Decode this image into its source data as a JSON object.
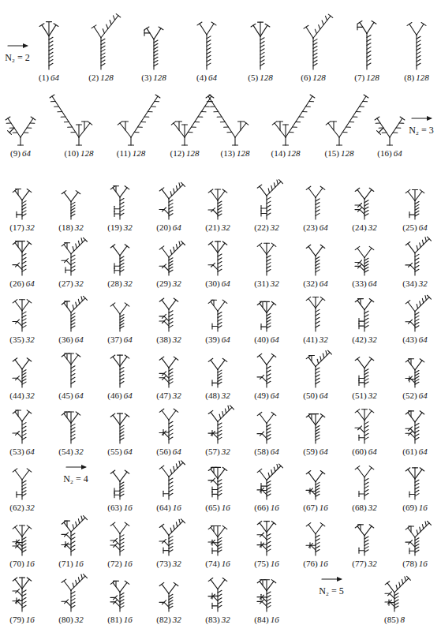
{
  "diagram": {
    "labels": [
      "N₂ = 2",
      "(1)",
      "64",
      "(2)",
      "128",
      "(3)",
      "128",
      "(4)",
      "64",
      "(5)",
      "128",
      "(6)",
      "128",
      "(7)",
      "128",
      "(8)",
      "128",
      "(9)",
      "64",
      "(10)",
      "128",
      "(11)",
      "128",
      "(12)",
      "128",
      "(13)",
      "128",
      "(14)",
      "128",
      "(15)",
      "128",
      "(16)",
      "64",
      "N₂ = 3",
      "(17)",
      "32",
      "(18)",
      "32",
      "(19)",
      "32",
      "(20)",
      "64",
      "(21)",
      "32",
      "(22)",
      "32",
      "(23)",
      "64",
      "(24)",
      "32",
      "(25)",
      "64",
      "(26)",
      "64",
      "(27)",
      "32",
      "(28)",
      "32",
      "(29)",
      "32",
      "(30)",
      "64",
      "(31)",
      "32",
      "(32)",
      "64",
      "(33)",
      "64",
      "(34)",
      "32",
      "(35)",
      "32",
      "(36)",
      "64",
      "(37)",
      "64",
      "(38)",
      "32",
      "(39)",
      "64",
      "(40)",
      "64",
      "(41)",
      "32",
      "(42)",
      "32",
      "(43)",
      "64",
      "(44)",
      "32",
      "(45)",
      "64",
      "(46)",
      "64",
      "(47)",
      "32",
      "(48)",
      "32",
      "(49)",
      "64",
      "(50)",
      "64",
      "(51)",
      "32",
      "(52)",
      "64",
      "(53)",
      "64",
      "(54)",
      "32",
      "(55)",
      "64",
      "(56)",
      "64",
      "(57)",
      "32",
      "(58)",
      "64",
      "(59)",
      "64",
      "(60)",
      "64",
      "(61)",
      "64",
      "(62)",
      "32",
      "N₂ = 4",
      "(63)",
      "16",
      "(64)",
      "16",
      "(65)",
      "16",
      "(66)",
      "16",
      "(67)",
      "16",
      "(68)",
      "32",
      "(69)",
      "16",
      "(70)",
      "16",
      "(71)",
      "16",
      "(72)",
      "16",
      "(73)",
      "32",
      "(74)",
      "16",
      "(75)",
      "16",
      "(76)",
      "16",
      "(77)",
      "32",
      "(78)",
      "16",
      "(79)",
      "16",
      "(80)",
      "32",
      "(81)",
      "16",
      "(82)",
      "32",
      "(83)",
      "32",
      "(84)",
      "16",
      "N₂ = 5",
      "(85)",
      "8"
    ]
  }
}
